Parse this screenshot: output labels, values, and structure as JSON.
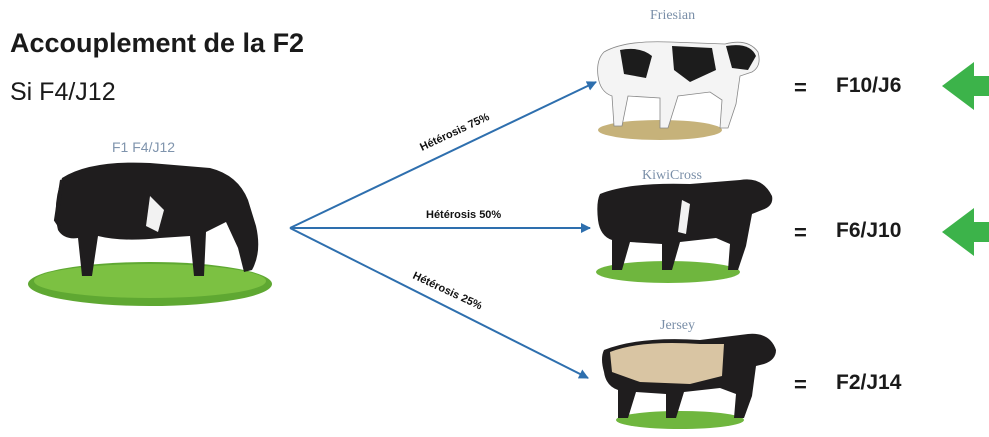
{
  "title": "Accouplement de la F2",
  "subtitle": "Si F4/J12",
  "female": {
    "label": "F1 F4/J12"
  },
  "branches": [
    {
      "bull": "Friesian",
      "heterosis": "Hétérosis 75%",
      "equals": "=",
      "result": "F10/J6"
    },
    {
      "bull": "KiwiCross",
      "heterosis": "Hétérosis 50%",
      "equals": "=",
      "result": "F6/J10"
    },
    {
      "bull": "Jersey",
      "heterosis": "Hétérosis 25%",
      "equals": "=",
      "result": "F2/J14"
    }
  ],
  "colors": {
    "arrow": "#2e6fae",
    "highlight": "#3cb34a"
  }
}
